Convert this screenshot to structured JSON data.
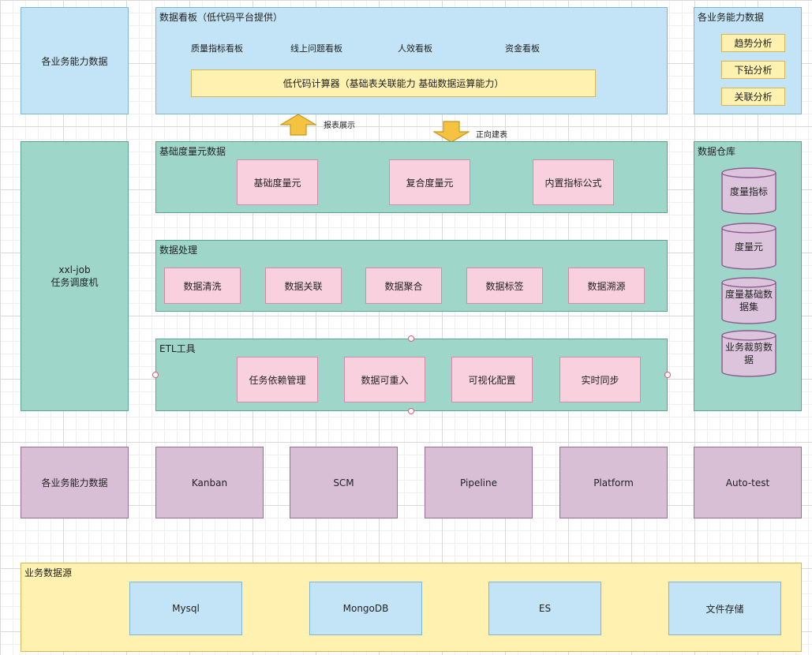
{
  "top_left_box": "各业务能力数据",
  "dashboard": {
    "title": "数据看板（低代码平台提供）",
    "items": [
      "质量指标看板",
      "线上问题看板",
      "人效看板",
      "资金看板"
    ],
    "calculator": "低代码计算器（基础表关联能力 基础数据运算能力）"
  },
  "analysis": {
    "title": "各业务能力数据",
    "items": [
      "趋势分析",
      "下钻分析",
      "关联分析"
    ]
  },
  "arrows": {
    "up_label": "报表展示",
    "down_label": "正向建表"
  },
  "scheduler": {
    "line1": "xxl-job",
    "line2": "任务调度机"
  },
  "metric_meta": {
    "title": "基础度量元数据",
    "items": [
      "基础度量元",
      "复合度量元",
      "内置指标公式"
    ]
  },
  "data_processing": {
    "title": "数据处理",
    "items": [
      "数据清洗",
      "数据关联",
      "数据聚合",
      "数据标签",
      "数据溯源"
    ]
  },
  "etl": {
    "title": "ETL工具",
    "items": [
      "任务依赖管理",
      "数据可重入",
      "可视化配置",
      "实时同步"
    ]
  },
  "warehouse": {
    "title": "数据仓库",
    "items": [
      [
        "度量指标"
      ],
      [
        "度量元"
      ],
      [
        "度量基础数",
        "据集"
      ],
      [
        "业务裁剪数",
        "据"
      ]
    ]
  },
  "systems": [
    "各业务能力数据",
    "Kanban",
    "SCM",
    "Pipeline",
    "Platform",
    "Auto-test"
  ],
  "sources": {
    "title": "业务数据源",
    "items": [
      "Mysql",
      "MongoDB",
      "ES",
      "文件存储"
    ]
  }
}
